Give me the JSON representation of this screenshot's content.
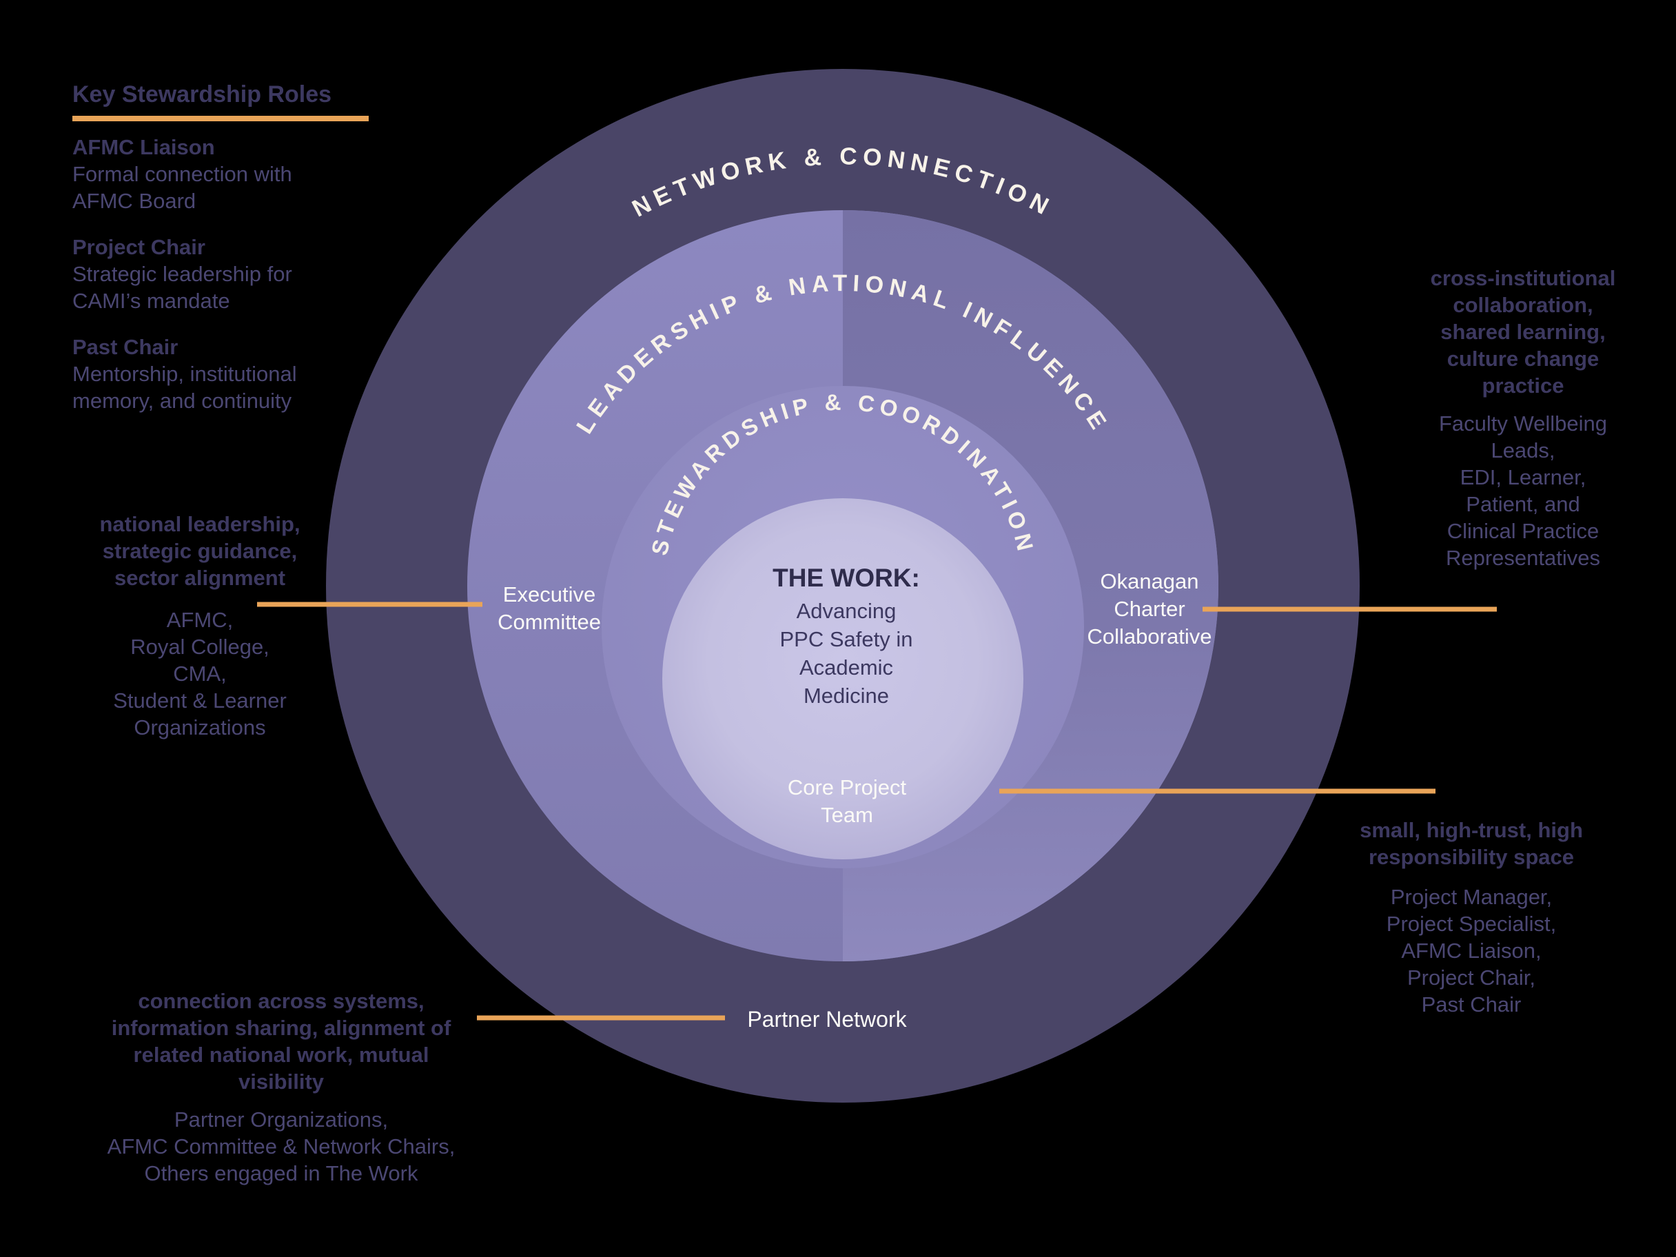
{
  "diagram": {
    "colors": {
      "background": "#000000",
      "ring_outer": "#4a4567",
      "ring_mid_left": "#8b86bb",
      "ring_mid_right": "#7b76a9",
      "ring_inner": "#908bc2",
      "circle_center": "#c5c1e2",
      "arc_text": "#f7f2e9",
      "label_text": "#fcfbf7",
      "center_title": "#2f2c4c",
      "center_body": "#3c3860",
      "note_bold": "#3d3961",
      "note_body": "#4b4773",
      "accent": "#e9a458"
    },
    "title_block": {
      "heading": "Key Stewardship Roles",
      "roles": [
        {
          "name": "AFMC Liaison",
          "desc": "Formal connection with\nAFMC Board"
        },
        {
          "name": "Project Chair",
          "desc": "Strategic leadership for\nCAMI’s mandate"
        },
        {
          "name": "Past Chair",
          "desc": "Mentorship, institutional\nmemory, and continuity"
        }
      ]
    },
    "rings": {
      "outer": {
        "label": "NETWORK & CONNECTION"
      },
      "middle": {
        "label": "LEADERSHIP & NATIONAL INFLUENCE"
      },
      "inner": {
        "label": "STEWARDSHIP & COORDINATION"
      }
    },
    "center": {
      "title": "THE WORK:",
      "body": "Advancing\nPPC Safety in\nAcademic\nMedicine"
    },
    "labels": {
      "executive": "Executive\nCommittee",
      "okanagan": "Okanagan\nCharter\nCollaborative",
      "core": "Core Project\nTeam",
      "partner": "Partner Network"
    },
    "annotations": {
      "left": {
        "bold": "national leadership,\nstrategic guidance,\nsector alignment",
        "list": "AFMC,\nRoyal College,\nCMA,\nStudent & Learner\nOrganizations"
      },
      "right_top": {
        "bold": "cross-institutional\ncollaboration,\nshared learning,\nculture change\npractice",
        "list": "Faculty Wellbeing\nLeads,\nEDI, Learner,\nPatient, and\nClinical Practice\nRepresentatives"
      },
      "right_bottom": {
        "bold": "small, high-trust, high\nresponsibility space",
        "list": "Project Manager,\nProject Specialist,\nAFMC Liaison,\nProject Chair,\nPast Chair"
      },
      "bottom_left": {
        "bold": "connection across systems,\ninformation sharing, alignment of\nrelated national work, mutual\nvisibility",
        "list": "Partner Organizations,\nAFMC Committee & Network Chairs,\nOthers engaged in The Work"
      }
    }
  }
}
